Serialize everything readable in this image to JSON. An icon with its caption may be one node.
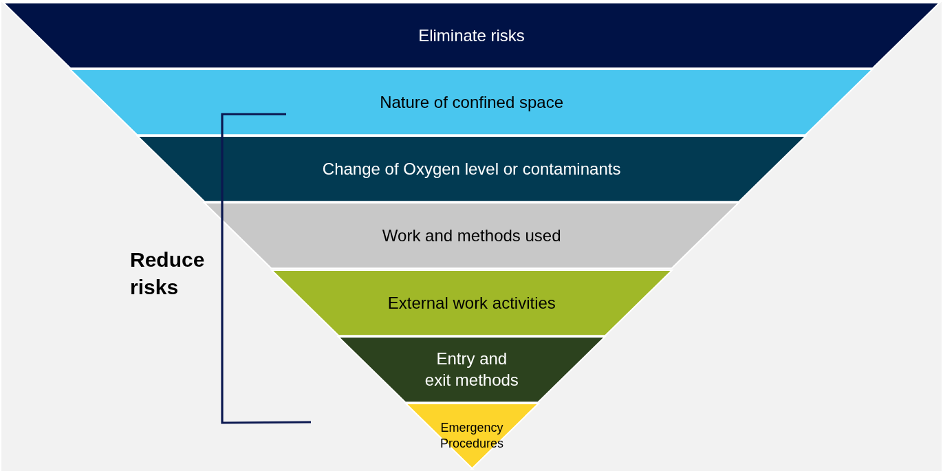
{
  "diagram": {
    "nodes": [
      {
        "text": [
          "Eliminate risks"
        ]
      },
      {
        "text": [
          "Nature of confined space"
        ]
      },
      {
        "text": [
          "Change of Oxygen level or contaminants"
        ]
      },
      {
        "text": [
          "Work and methods used"
        ]
      },
      {
        "text": [
          "External work activities"
        ]
      },
      {
        "text": [
          "Entry and exit methods"
        ]
      },
      {
        "text": [
          "Emergency Procedures"
        ]
      }
    ],
    "labels": [
      "Reduce risks"
    ]
  }
}
